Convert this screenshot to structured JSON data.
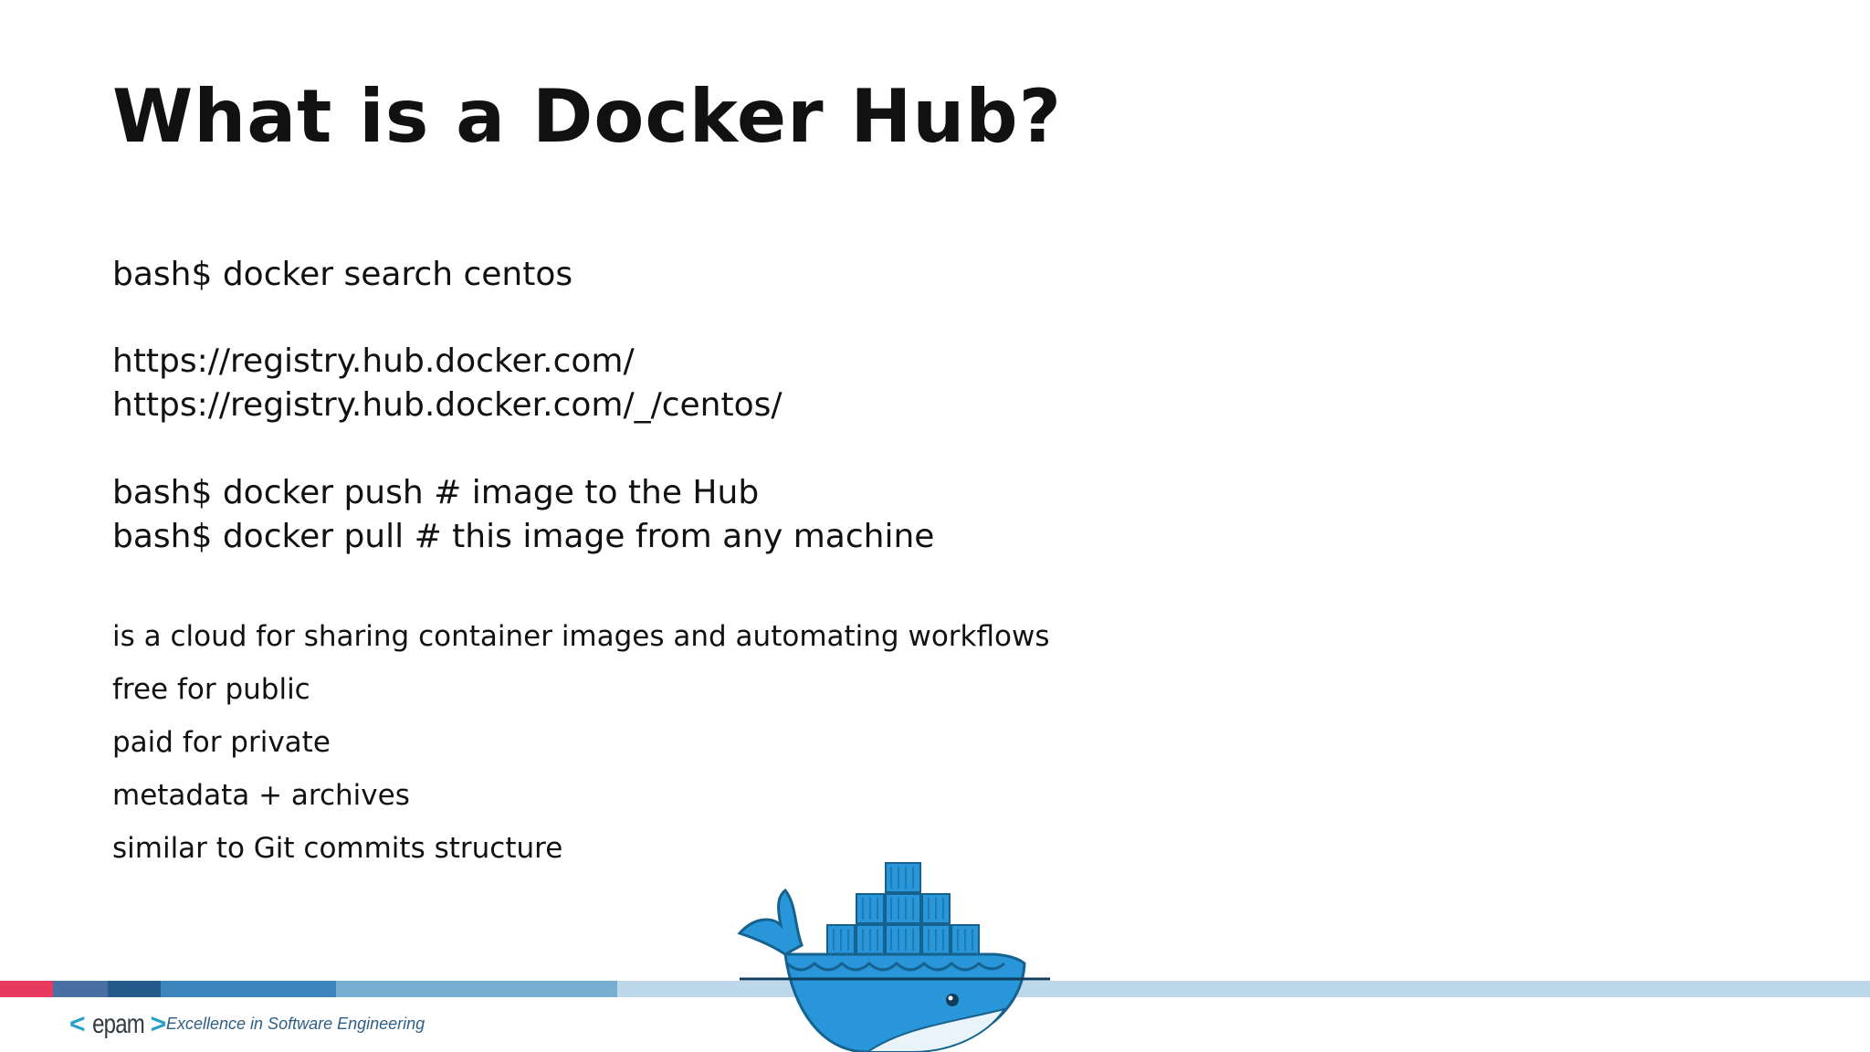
{
  "slide": {
    "title": "What is a Docker Hub?",
    "code_lines": [
      "bash$ docker search centos",
      "https://registry.hub.docker.com/",
      "https://registry.hub.docker.com/_/centos/",
      "bash$ docker push # image to the Hub",
      "bash$ docker pull # this image from any machine"
    ],
    "bullets": [
      "is a cloud for sharing container images and automating workflows",
      "free for public",
      "paid for private",
      "metadata + archives",
      "similar to Git commits structure"
    ]
  },
  "footer": {
    "logo_left_bracket": "<",
    "logo_word": "epam",
    "logo_right_bracket": ">",
    "tagline": "Excellence in Software Engineering"
  },
  "colors": {
    "stripe_pink": "#e8395f",
    "stripe_slate": "#4a6fa5",
    "stripe_navy": "#245a8c",
    "stripe_blue": "#3d86bd",
    "stripe_mid": "#79aed3",
    "stripe_light": "#bdd8ea",
    "whale_blue": "#2996d9"
  },
  "icons": [
    "docker-whale-logo",
    "epam-logo"
  ]
}
